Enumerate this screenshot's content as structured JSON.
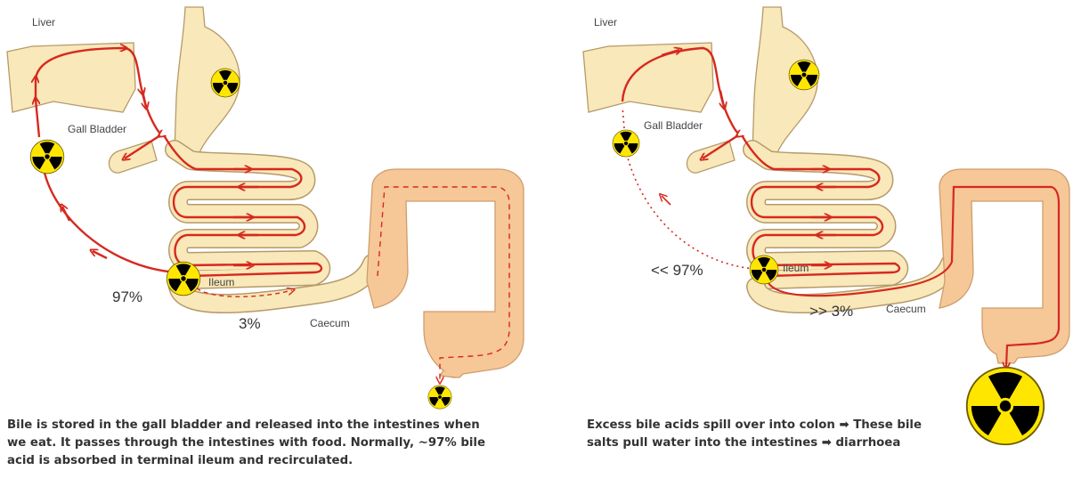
{
  "colors": {
    "organ_fill": "#f9e8b9",
    "organ_stroke": "#b69a6a",
    "colon_fill": "#f6c797",
    "flow_arrow": "#d6291f",
    "radiation_yellow": "#ffe600",
    "radiation_black": "#000000"
  },
  "icons": {
    "radiation": "radiation-trefoil-icon",
    "flow": "red-arrow"
  },
  "left": {
    "labels": {
      "liver": "Liver",
      "gall_bladder": "Gall Bladder",
      "ileum": "Ileum",
      "caecum": "Caecum",
      "reabsorbed": "97%",
      "excreted": "3%"
    },
    "caption": "Bile is stored in the gall bladder and released into the intestines when we eat. It passes through the intestines with food. Normally, ~97% bile acid is absorbed in terminal ileum and recirculated."
  },
  "right": {
    "labels": {
      "liver": "Liver",
      "gall_bladder": "Gall Bladder",
      "ileum": "Ileum",
      "caecum": "Caecum",
      "reabsorbed": "<< 97%",
      "excreted": ">> 3%"
    },
    "caption": "Excess bile acids spill over into colon ➡ These bile salts pull water into the intestines ➡ diarrhoea"
  }
}
